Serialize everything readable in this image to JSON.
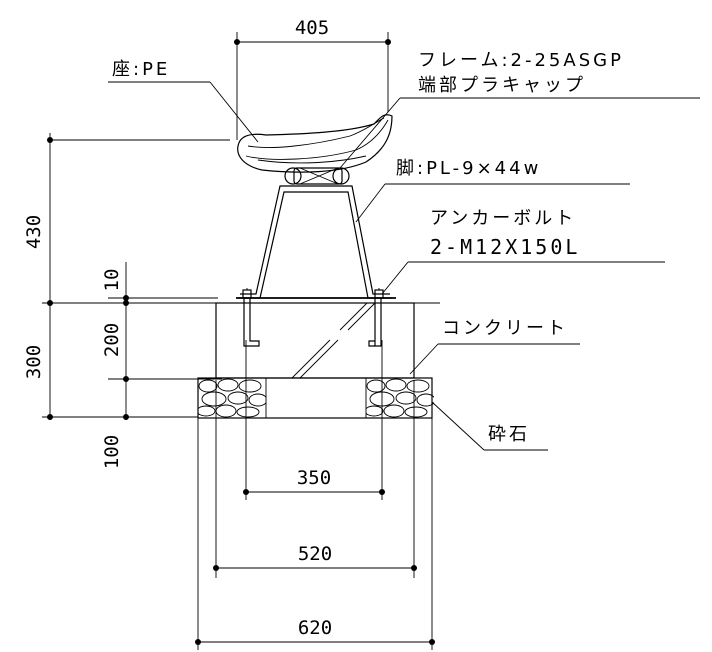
{
  "labels": {
    "seat": "座:PE",
    "frame": "フレーム:2-25ASGP",
    "end_cap": "端部プラキャップ",
    "leg": "脚:PL-9×44w",
    "anchor": "アンカーボルト",
    "anchor_spec": "2-M12X150L",
    "concrete": "コンクリート",
    "gravel": "砕石"
  },
  "dimensions": {
    "seat_width": "405",
    "height_total": "430",
    "base_depth": "300",
    "plate": "10",
    "concrete_height": "200",
    "gravel_height": "100",
    "bolt_spacing": "350",
    "concrete_width": "520",
    "gravel_width": "620"
  }
}
